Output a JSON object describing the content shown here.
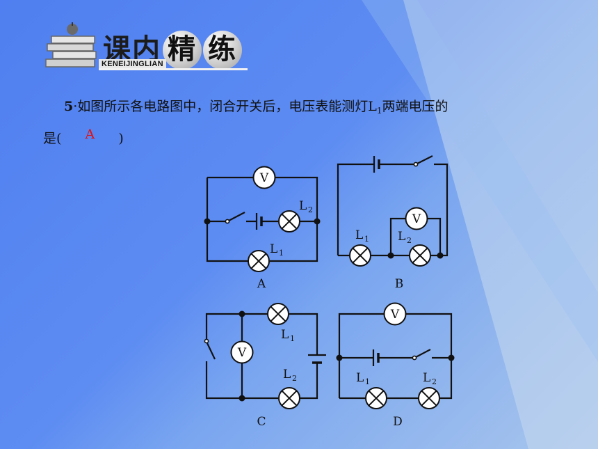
{
  "header": {
    "title_part1": "课内",
    "title_char1": "精",
    "title_char2": "练",
    "subtitle": "KENEIJINGLIAN"
  },
  "question": {
    "number": "5",
    "text_before": "·如图所示各电路图中，闭合开关后，电压表能测灯L",
    "subscript": "1",
    "text_after": "两端电压的",
    "line2_start": "是(",
    "answer": "A",
    "line2_end": ")"
  },
  "circuits": {
    "meter_symbol": "V",
    "lamp1_letter": "L",
    "lamp1_sub": "1",
    "lamp2_letter": "L",
    "lamp2_sub": "2",
    "labels": [
      "A",
      "B",
      "C",
      "D"
    ]
  },
  "colors": {
    "answer": "#e01010",
    "background": "#4f7ff0"
  }
}
